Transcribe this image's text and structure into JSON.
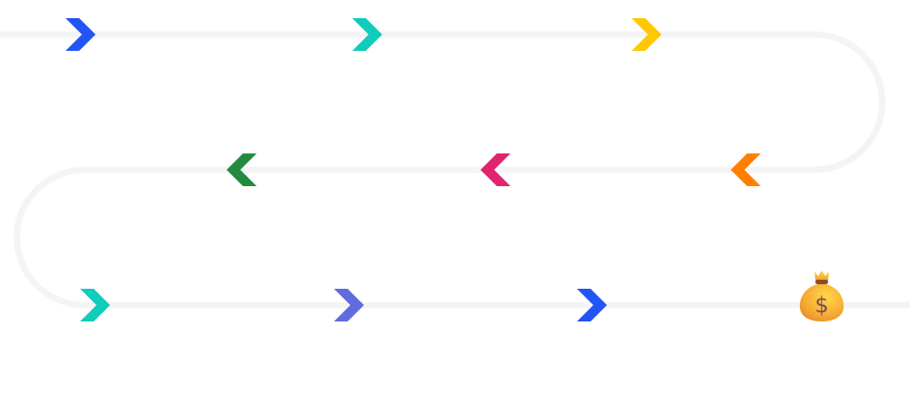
{
  "diagram": {
    "title": "",
    "track_color": "#f4f4f4",
    "rows": [
      {
        "direction": "right",
        "markers": [
          {
            "name": "chevron-1",
            "color": "#2255f5",
            "direction": "right"
          },
          {
            "name": "chevron-2",
            "color": "#10ccbc",
            "direction": "right"
          },
          {
            "name": "chevron-3",
            "color": "#ffc800",
            "direction": "right"
          }
        ]
      },
      {
        "direction": "left",
        "markers": [
          {
            "name": "chevron-4",
            "color": "#ff7f00",
            "direction": "left"
          },
          {
            "name": "chevron-5",
            "color": "#e0246f",
            "direction": "left"
          },
          {
            "name": "chevron-6",
            "color": "#238a40",
            "direction": "left"
          }
        ]
      },
      {
        "direction": "right",
        "markers": [
          {
            "name": "chevron-7",
            "color": "#10ccbc",
            "direction": "right"
          },
          {
            "name": "chevron-8",
            "color": "#616be0",
            "direction": "right"
          },
          {
            "name": "chevron-9",
            "color": "#2255f5",
            "direction": "right"
          }
        ]
      }
    ],
    "goal": {
      "icon": "money-bag-icon",
      "symbol": "$"
    }
  }
}
